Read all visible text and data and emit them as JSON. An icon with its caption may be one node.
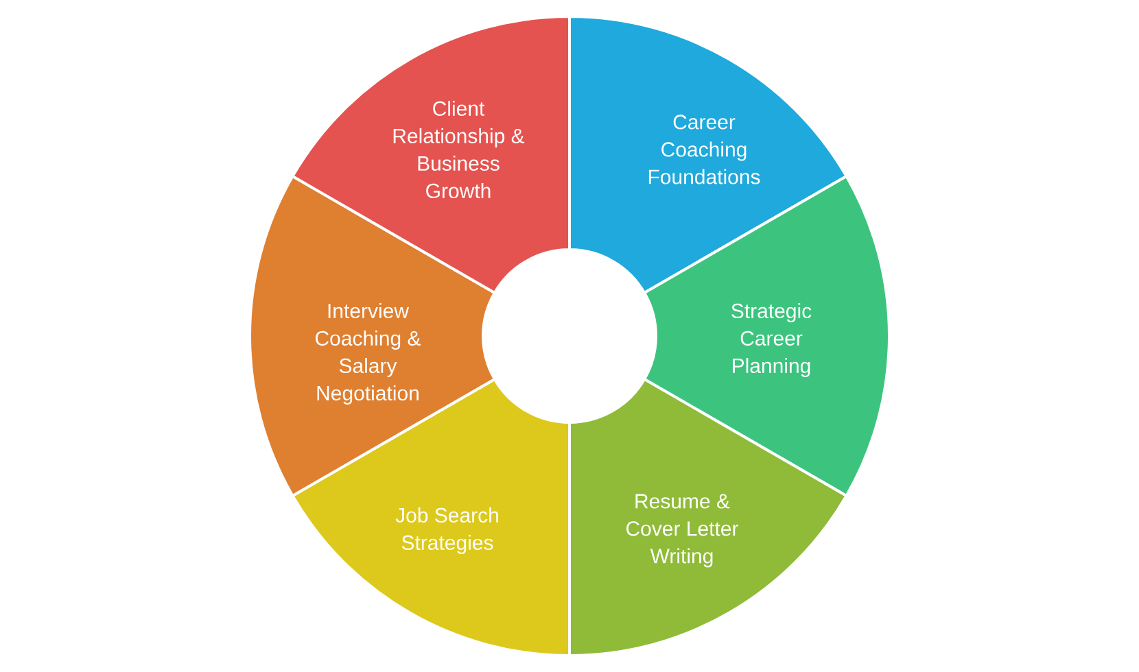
{
  "diagram": {
    "nodes": [
      {
        "text": [
          "Career Coaching Foundations"
        ]
      },
      {
        "text": [
          "Strategic Career Planning"
        ]
      },
      {
        "text": [
          "Resume & Cover Letter Writing"
        ]
      },
      {
        "text": [
          "Job Search Strategies"
        ]
      },
      {
        "text": [
          "Interview Coaching & Salary Negotiation"
        ]
      },
      {
        "text": [
          "Client Relationship & Business Growth"
        ]
      }
    ]
  }
}
